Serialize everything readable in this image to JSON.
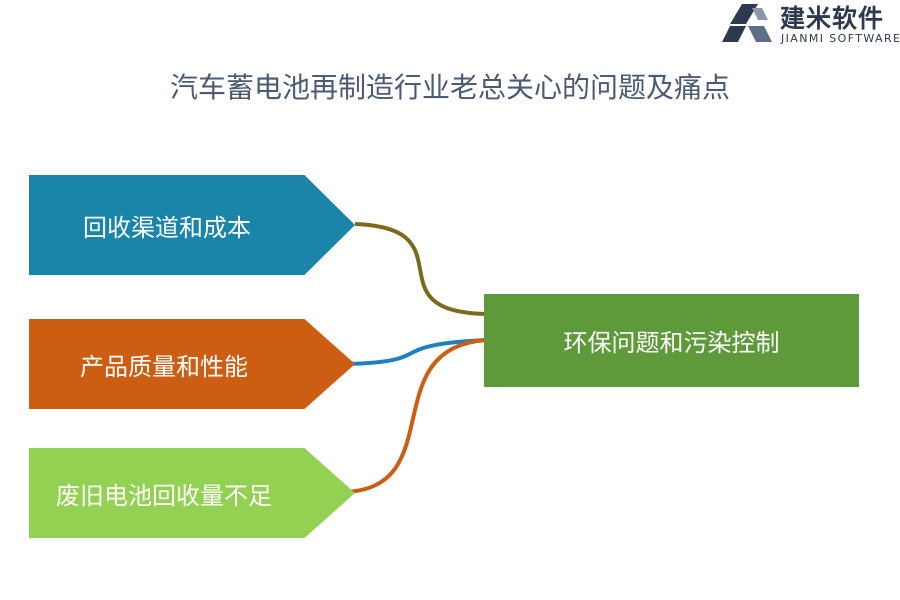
{
  "logo": {
    "name": "建米软件",
    "subtitle": "JIANMI SOFTWARE",
    "color": "#2d3a4e"
  },
  "title": "汽车蓄电池再制造行业老总关心的问题及痛点",
  "center_node": {
    "label": "环保问题和污染控制",
    "color": "#5e9a3a"
  },
  "branch_nodes": [
    {
      "label": "回收渠道和成本",
      "color": "#1a84a9",
      "link_color": "#7a6a1e"
    },
    {
      "label": "产品质量和性能",
      "color": "#cc5e13",
      "link_color": "#1f7fc0"
    },
    {
      "label": "废旧电池回收量不足",
      "color": "#93d152",
      "link_color": "#cc5e13"
    }
  ]
}
